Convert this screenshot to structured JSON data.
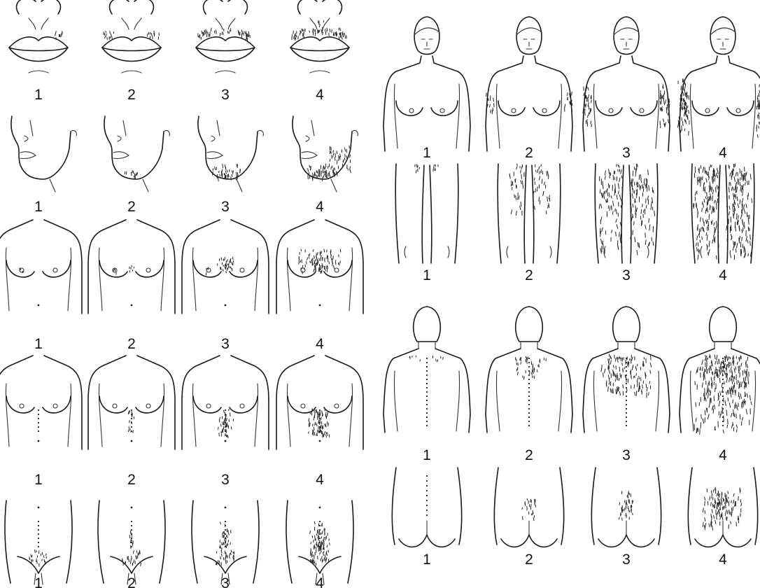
{
  "figure": {
    "panels": [
      {
        "id": "upper-lip",
        "labels": [
          "1",
          "2",
          "3",
          "4"
        ],
        "levels": [
          1,
          2,
          3,
          4
        ]
      },
      {
        "id": "chin",
        "labels": [
          "1",
          "2",
          "3",
          "4"
        ],
        "levels": [
          1,
          2,
          3,
          4
        ]
      },
      {
        "id": "chest",
        "labels": [
          "1",
          "2",
          "3",
          "4"
        ],
        "levels": [
          1,
          2,
          3,
          4
        ]
      },
      {
        "id": "upper-abdomen",
        "labels": [
          "1",
          "2",
          "3",
          "4"
        ],
        "levels": [
          1,
          2,
          3,
          4
        ]
      },
      {
        "id": "lower-abdomen",
        "labels": [
          "1",
          "2",
          "3",
          "4"
        ],
        "levels": [
          1,
          2,
          3,
          4
        ]
      },
      {
        "id": "arm",
        "labels": [
          "1",
          "2",
          "3",
          "4"
        ],
        "levels": [
          1,
          2,
          3,
          4
        ]
      },
      {
        "id": "thigh",
        "labels": [
          "1",
          "2",
          "3",
          "4"
        ],
        "levels": [
          1,
          2,
          3,
          4
        ]
      },
      {
        "id": "upper-back",
        "labels": [
          "1",
          "2",
          "3",
          "4"
        ],
        "levels": [
          1,
          2,
          3,
          4
        ]
      },
      {
        "id": "lower-back",
        "labels": [
          "1",
          "2",
          "3",
          "4"
        ],
        "levels": [
          1,
          2,
          3,
          4
        ]
      }
    ]
  }
}
